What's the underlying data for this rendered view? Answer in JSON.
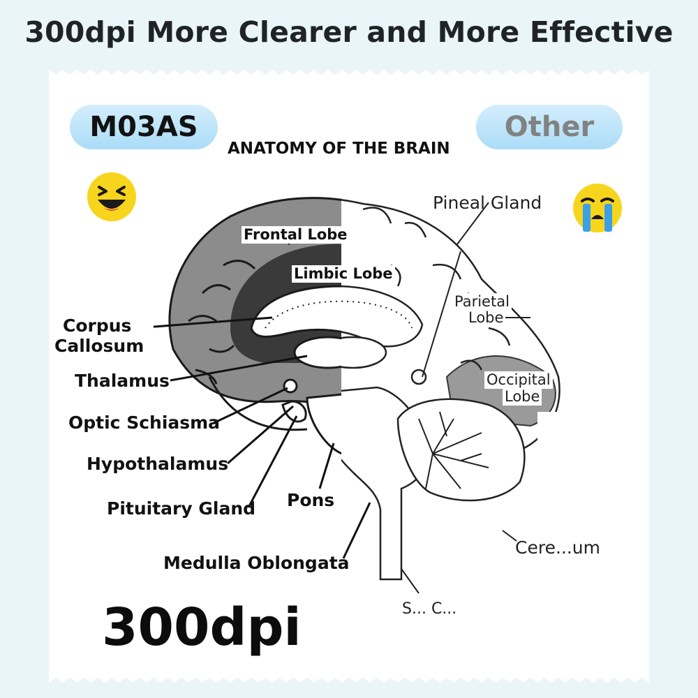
{
  "headline": "300dpi More Clearer and More Effective",
  "left_badge": "M03AS",
  "right_badge": "Other",
  "diagram_title": "ANATOMY OF THE BRAIN",
  "left_labels": {
    "frontal_lobe": "Frontal Lobe",
    "limbic_lobe": "Limbic Lobe",
    "corpus_callosum_1": "Corpus",
    "corpus_callosum_2": "Callosum",
    "thalamus": "Thalamus",
    "optic_schiasma": "Optic Schiasma",
    "hypothalamus": "Hypothalamus",
    "pituitary_gland": "Pituitary Gland",
    "pons": "Pons",
    "medulla_oblongata": "Medulla Oblongata"
  },
  "right_labels": {
    "pineal_gland": "Pineal Gland",
    "parietal_1": "Parietal",
    "parietal_2": "Lobe",
    "occipital_1": "Occipital",
    "occipital_2": "Lobe",
    "cerebellum": "Cere...um",
    "spinal_cord": "S... C..."
  },
  "bottom_caption": "300dpi",
  "colors": {
    "background": "#e9f5f9",
    "divider_blue": "#1fa8e0",
    "divider_teal": "#2ed0b8",
    "badge_gradient_top": "#d4eefc",
    "badge_gradient_bottom": "#aadcf7",
    "emoji_yellow": "#f7d51d"
  },
  "icons": {
    "happy": "laughing-face-icon",
    "sad": "crying-face-icon"
  }
}
